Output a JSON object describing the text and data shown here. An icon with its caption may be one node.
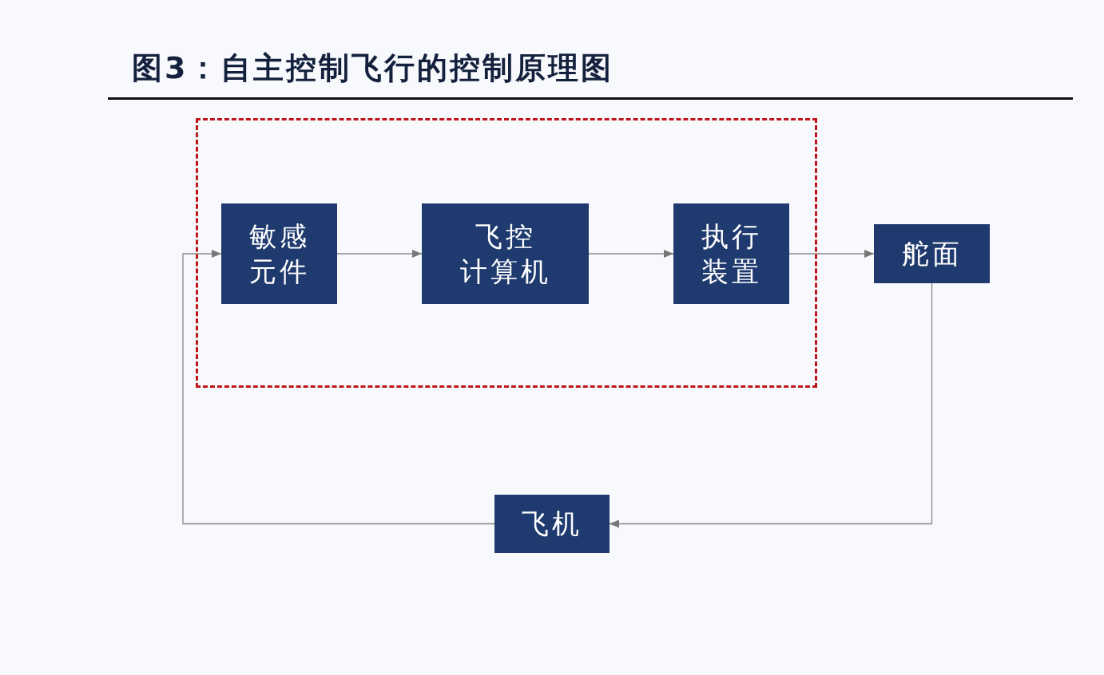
{
  "diagram": {
    "title": "图3：自主控制飞行的控制原理图",
    "nodes": [
      {
        "text": [],
        "shape": "box"
      },
      {
        "text": [
          "敏感元件"
        ],
        "in": 0
      },
      {
        "text": [
          "飞控计算机"
        ],
        "in": 0
      },
      {
        "text": [
          "执行装置"
        ],
        "in": 0
      },
      {
        "text": [
          "舵面"
        ]
      },
      {
        "text": [
          "飞机"
        ]
      }
    ],
    "edges": [
      {
        "from": 1,
        "to": 2,
        "arrow": "to"
      },
      {
        "from": 2,
        "to": 3,
        "arrow": "to"
      },
      {
        "from": 3,
        "to": 4,
        "arrow": "to"
      },
      {
        "from": 4,
        "to": 5,
        "arrow": "to"
      },
      {
        "from": 5,
        "to": 1,
        "arrow": "to"
      }
    ]
  }
}
